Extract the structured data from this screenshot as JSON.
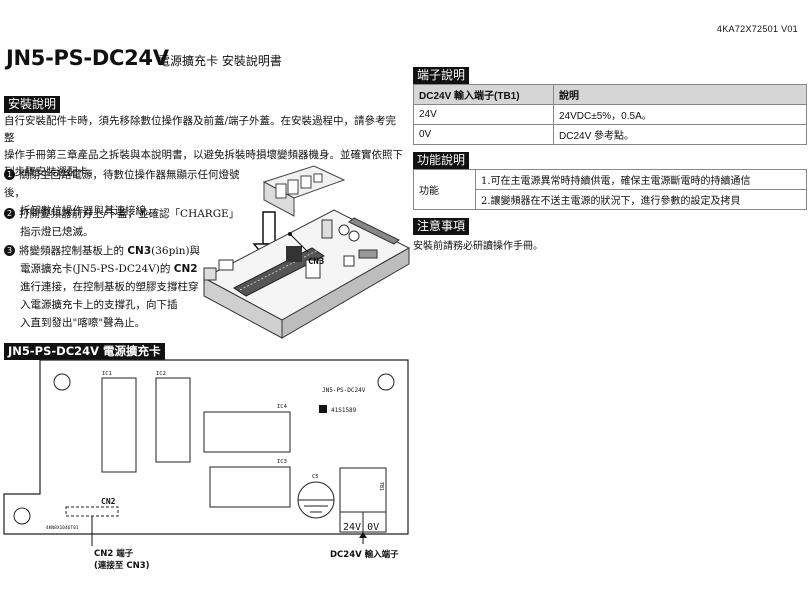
{
  "doc_id": "4KA72X72501  V01",
  "title": {
    "model": "JN5-PS-DC24V",
    "subtitle": "電源擴充卡  安裝說明書"
  },
  "install": {
    "heading": "安裝說明",
    "intro": [
      "自行安裝配件卡時，須先移除數位操作器及前蓋/端子外蓋。在安裝過程中，請參考完整",
      "操作手冊第三章產品之拆裝與本說明書，以避免拆裝時損壞變頻器機身。並確實依照下",
      "列步驟安裝選配卡。"
    ],
    "steps": [
      {
        "num": "1",
        "lines": [
          "關閉主回路電源，待數位操作器無顯示任何燈號後，",
          "拆卸數位操作器與其連接線。"
        ]
      },
      {
        "num": "2",
        "lines": [
          "打開變頻器前方上/下蓋，並確認「CHARGE」",
          "指示燈已熄滅。"
        ]
      },
      {
        "num": "3",
        "lines_rich": [
          {
            "pre": "將變頻器控制基板上的 ",
            "bold": "CN3",
            "post": "(36pin)與"
          },
          {
            "pre": "電源擴充卡(JN5-PS-DC24V)的 ",
            "bold": "CN2",
            "post": ""
          },
          {
            "pre": "進行連接，在控制基板的塑膠支撐柱穿",
            "bold": "",
            "post": ""
          },
          {
            "pre": "入電源擴充卡上的支撐孔，向下插",
            "bold": "",
            "post": ""
          },
          {
            "pre": "入直到發出\"喀嚓\"聲為止。",
            "bold": "",
            "post": ""
          }
        ]
      }
    ],
    "figure_label": "CN3"
  },
  "board_section": {
    "heading": "JN5-PS-DC24V   電源擴充卡",
    "labels": {
      "ic1": "IC1",
      "ic2": "IC2",
      "ic3": "IC3",
      "ic4": "IC4",
      "c5": "C5",
      "tb1": "TB1",
      "model": "JN5-PS-DC24V",
      "code": "41S1589",
      "pcb": "4KN8X1046T01",
      "cn2": "CN2",
      "term": "24V  0V"
    },
    "callouts": {
      "cn2_title": "CN2 端子",
      "cn2_sub": "(連接至 CN3)",
      "tb_title": "DC24V 輸入端子"
    }
  },
  "terminal": {
    "heading": "端子說明",
    "headers": [
      "DC24V 輸入端子(TB1)",
      "說明"
    ],
    "rows": [
      [
        "24V",
        "24VDC±5%，0.5A。"
      ],
      [
        "0V",
        "DC24V 參考點。"
      ]
    ]
  },
  "function": {
    "heading": "功能說明",
    "label": "功能",
    "items": [
      "1.可在主電源異常時持續供電，確保主電源斷電時的持續通信",
      "2.讓變頻器在不送主電源的狀況下，進行參數的設定及拷貝"
    ]
  },
  "caution": {
    "heading": "注意事項",
    "text": "安裝前請務必研讀操作手冊。"
  }
}
